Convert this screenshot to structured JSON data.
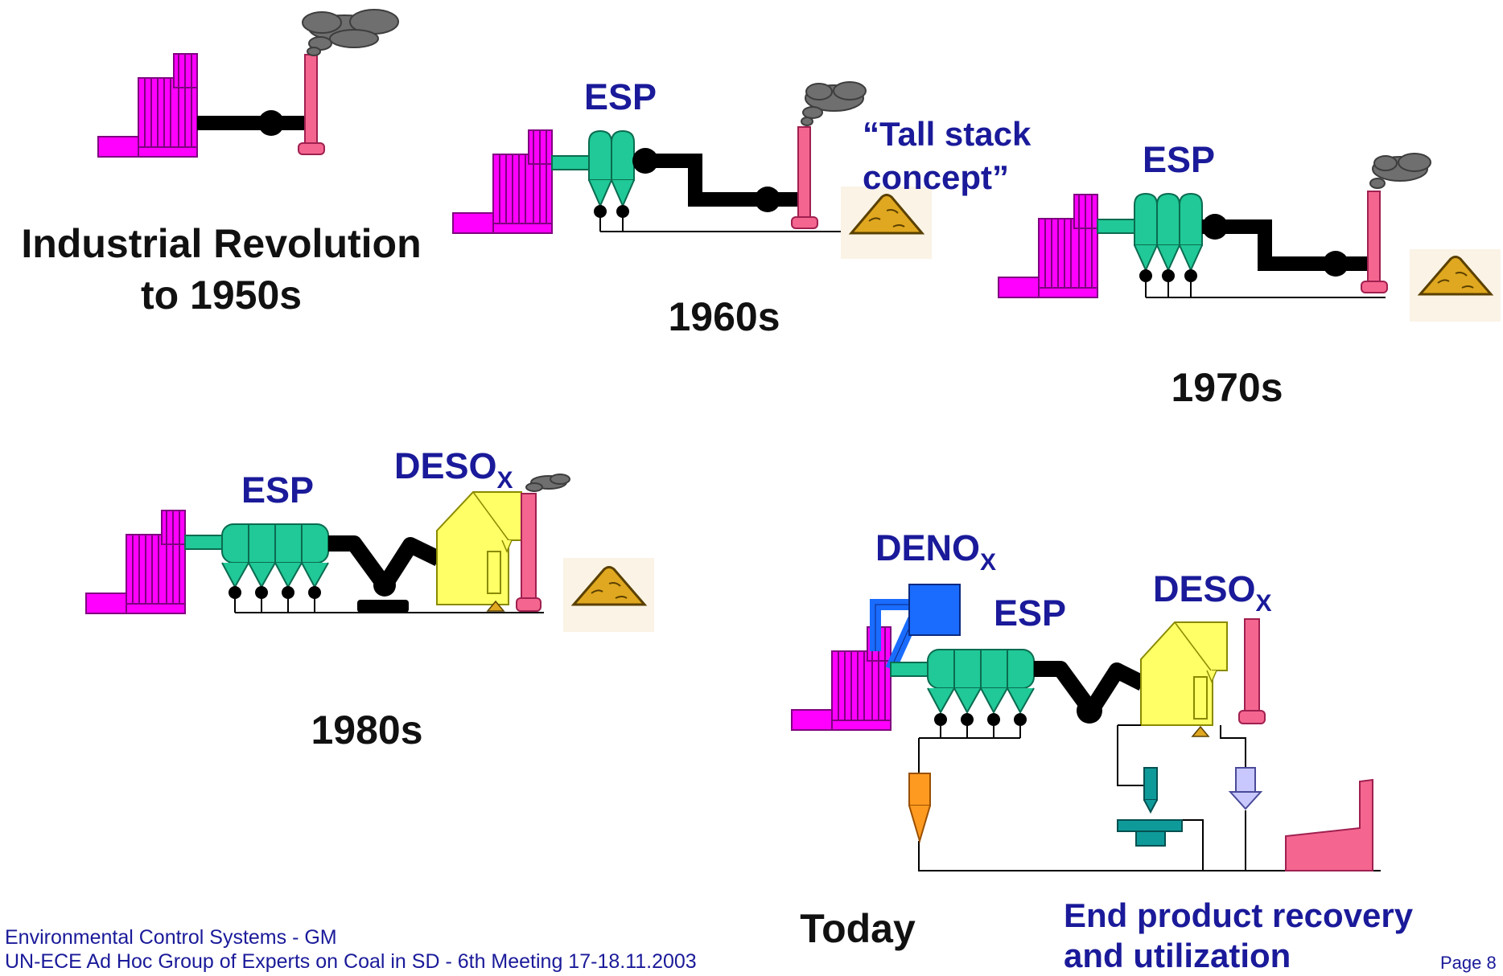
{
  "colors": {
    "boiler": "#ff00ff",
    "esp": "#20c997",
    "stack": "#f4668f",
    "duct": "#000000",
    "smoke": "#6f6f6f",
    "desox": "#ffff66",
    "denox": "#1a6cff",
    "ash": "#e0a820",
    "label_blue": "#1a1a9a",
    "label_dark": "#111111"
  },
  "icons": [
    "boiler-icon",
    "esp-icon",
    "fan-icon",
    "stack-icon",
    "smoke-icon",
    "ash-pile-icon",
    "desox-absorber-icon",
    "denox-reactor-icon",
    "cyclone-icon",
    "gypsum-icon",
    "hopper-icon",
    "storage-building-icon"
  ],
  "eras": {
    "industrial": "Industrial Revolution\nto 1950s",
    "sixties": "1960s",
    "seventies": "1970s",
    "eighties": "1980s",
    "today": "Today"
  },
  "tags": {
    "esp_1960": "ESP",
    "tall_stack": "“Tall stack\nconcept”",
    "esp_1970": "ESP",
    "esp_1980": "ESP",
    "desox_1980_main": "DESO",
    "desox_1980_sub": "X",
    "denox_main": "DENO",
    "denox_sub": "X",
    "esp_today": "ESP",
    "desox_today_main": "DESO",
    "desox_today_sub": "X",
    "end_product": "End product recovery\nand utilization"
  },
  "footer": {
    "line1": "Environmental Control Systems - GM",
    "line2": "UN-ECE Ad Hoc Group of Experts on Coal in SD - 6th Meeting 17-18.11.2003",
    "page": "Page 8"
  }
}
